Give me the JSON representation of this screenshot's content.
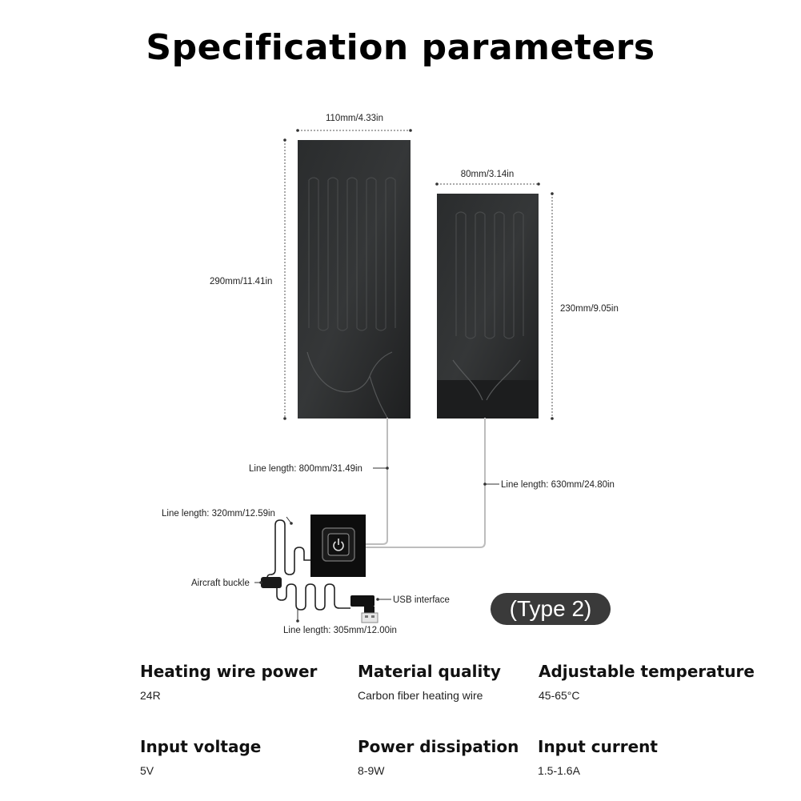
{
  "title": "Specification parameters",
  "dimensions": {
    "large_width": "110mm/4.33in",
    "large_height": "290mm/11.41in",
    "small_width": "80mm/3.14in",
    "small_height": "230mm/9.05in"
  },
  "callouts": {
    "line_800": "Line length: 800mm/31.49in",
    "line_630": "Line length: 630mm/24.80in",
    "line_320": "Line length: 320mm/12.59in",
    "line_305": "Line length: 305mm/12.00in",
    "aircraft_buckle": "Aircraft buckle",
    "usb_interface": "USB interface"
  },
  "badge": "(Type 2)",
  "specs": [
    {
      "label": "Heating wire power",
      "value": "24R"
    },
    {
      "label": "Material quality",
      "value": "Carbon fiber heating wire"
    },
    {
      "label": "Adjustable temperature",
      "value": "45-65°C"
    },
    {
      "label": "Input voltage",
      "value": "5V"
    },
    {
      "label": "Power dissipation",
      "value": "8-9W"
    },
    {
      "label": "Input current",
      "value": "1.5-1.6A"
    }
  ],
  "icons": {
    "controller": "power-button-icon",
    "usb": "usb-plug-icon"
  }
}
